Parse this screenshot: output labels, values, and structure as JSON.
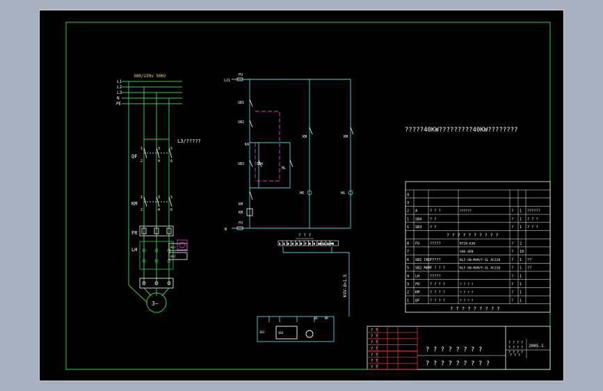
{
  "colors": {
    "frame": "#2fd24a",
    "wire": "#2fd24a",
    "control": "#4fd8e0",
    "dashed": "#e040c8",
    "label": "#ffffff",
    "tag": "#e8e05a",
    "title_red": "#e83030",
    "background": "#000000",
    "outer_bg": "#a7b1bf"
  },
  "power": {
    "supply_label": "380/220v 50Hz",
    "phases": [
      "L1",
      "L2",
      "L3",
      "N",
      "PE"
    ],
    "l3_note": "L3/?????",
    "qf_label": "QF",
    "km_label": "KM",
    "fr_label": "FR",
    "lh_label": "LH",
    "motor_label": "3~",
    "terminals_top": [
      "1",
      "3",
      "5"
    ],
    "terminals_bottom": [
      "2",
      "4",
      "6"
    ],
    "meter_labels": [
      "A61",
      "A62"
    ]
  },
  "control": {
    "fu_top": "FU",
    "l21": "L21",
    "n_label": "N",
    "labels": [
      "SB1",
      "SB2",
      "KA",
      "SB3",
      "SB4",
      "KM",
      "HL"
    ],
    "lamp_labels": [
      "HR",
      "HG"
    ],
    "kw_labels": [
      "KM",
      "KM"
    ],
    "coil_label": "KM",
    "fu_bottom": "FU",
    "bus_title": "? ? ?",
    "bus_terminals": [
      "1",
      "2",
      "3",
      "4",
      "5",
      "6",
      "7",
      "8",
      "9",
      "10",
      "11",
      "12",
      "PE"
    ],
    "cable_label": "KVV-8×1.5",
    "panel_labels": [
      "SB3",
      "SB4",
      "HG",
      "HR"
    ]
  },
  "heading": "?????40KW?????????40KW????????",
  "bom": {
    "rows": [
      {
        "no": "4",
        "code": "",
        "name": "",
        "spec": "",
        "qty": "",
        "note": ""
      },
      {
        "no": "3",
        "code": "",
        "name": "",
        "spec": "",
        "qty": "",
        "note": ""
      },
      {
        "no": "2",
        "code": "A",
        "name": "? ? ?",
        "spec": "??????",
        "qty": "?",
        "unit": "1",
        "note": "??????"
      },
      {
        "no": "1",
        "code": "SB4",
        "name": "? ?",
        "spec": "",
        "qty": "?",
        "unit": "1",
        "note": "? ? ?"
      },
      {
        "no": "1",
        "code": "SB3",
        "name": "? ?",
        "spec": "",
        "qty": "?",
        "unit": "1",
        "note": "? ? ?"
      },
      {
        "no": "",
        "code": "",
        "name": "? ? ? ? ? ? ? ? ? ?",
        "spec": "",
        "qty": "",
        "unit": "",
        "note": ""
      },
      {
        "no": "8",
        "code": "FU",
        "name": "?????",
        "spec": "RT18-63H",
        "qty": "?",
        "unit": "2",
        "note": ""
      },
      {
        "no": "7",
        "code": "",
        "name": "",
        "spec": "SAK-4EN",
        "qty": "?",
        "unit": "10",
        "note": ""
      },
      {
        "no": "6",
        "code": "SB1 CKU",
        "name": "?????",
        "spec": "RLF-SN-MAM/F-GL AC220",
        "qty": "?",
        "unit": "1",
        "note": "??"
      },
      {
        "no": "5",
        "code": "SB2 MAM",
        "name": "? ? ? ?",
        "spec": "RLF-SN-MAM/F-GL AC220",
        "qty": "?",
        "unit": "1",
        "note": "??"
      },
      {
        "no": "4",
        "code": "LH",
        "name": "?????",
        "spec": "",
        "qty": "?",
        "unit": "1",
        "note": ""
      },
      {
        "no": "3",
        "code": "FR",
        "name": "? ? ? ?",
        "spec": "? ? ? ?",
        "qty": "?",
        "unit": "1",
        "note": ""
      },
      {
        "no": "2",
        "code": "KM",
        "name": "? ? ? ?",
        "spec": "? ? ? ?",
        "qty": "?",
        "unit": "1",
        "note": ""
      },
      {
        "no": "1",
        "code": "QF",
        "name": "? ? ? ?",
        "spec": "? ? ? ?",
        "qty": "?",
        "unit": "1",
        "note": ""
      }
    ],
    "footer": "? ? ? ? ? ? ? ? ?"
  },
  "title_block": {
    "left_rows": [
      "? ?",
      "? ?",
      "? ?",
      "? ?",
      "? ?",
      "? ?",
      "? ?"
    ],
    "main_title": "? ? ? ? ? ? ? ?",
    "sub_title": "? ? ? ? ? ? ? ? ?",
    "right_top": [
      "? ? ? ?",
      "? ? ? ?",
      "? ? ? ?"
    ],
    "year": "2005.1",
    "sheet_no": "? ?   ?"
  }
}
